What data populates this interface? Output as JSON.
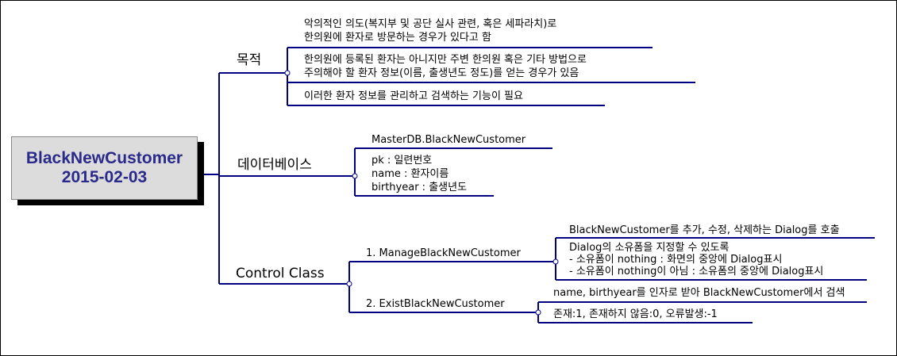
{
  "root": {
    "title": "BlackNewCustomer",
    "date": "2015-02-03"
  },
  "branches": {
    "purpose": {
      "label": "목적",
      "items": [
        {
          "lines": [
            "악의적인 의도(복지부 및 공단 실사 관련, 혹은 세파라치)로",
            "한의원에 환자로 방문하는 경우가 있다고 함"
          ]
        },
        {
          "lines": [
            "한의원에 등록된 환자는 아니지만 주변 한의원 혹은 기타 방법으로",
            "주의해야 할 환자 정보(이름, 출생년도 정도)를 얻는 경우가 있음"
          ]
        },
        {
          "lines": [
            "이러한 환자 정보를 관리하고 검색하는 기능이 필요"
          ]
        }
      ]
    },
    "database": {
      "label": "데이터베이스",
      "table": "MasterDB.BlackNewCustomer",
      "fields": [
        "pk : 일련번호",
        "name : 환자이름",
        "birthyear : 출생년도"
      ]
    },
    "control": {
      "label": "Control Class",
      "classes": [
        {
          "name": "1. ManageBlackNewCustomer",
          "notes": [
            {
              "lines": [
                "BlackNewCustomer를 추가, 수정, 삭제하는 Dialog를 호출"
              ]
            },
            {
              "lines": [
                "Dialog의 소유폼을 지정할 수 있도록",
                "- 소유폼이 nothing : 화면의 중앙에 Dialog표시",
                "- 소유폼이 nothing이 아님 : 소유폼의 중앙에 Dialog표시"
              ]
            }
          ]
        },
        {
          "name": "2. ExistBlackNewCustomer",
          "notes": [
            {
              "lines": [
                "name, birthyear를 인자로 받아 BlackNewCustomer에서 검색"
              ]
            },
            {
              "lines": [
                "존재:1, 존재하지 않음:0, 오류발생:-1"
              ]
            }
          ]
        }
      ]
    }
  }
}
